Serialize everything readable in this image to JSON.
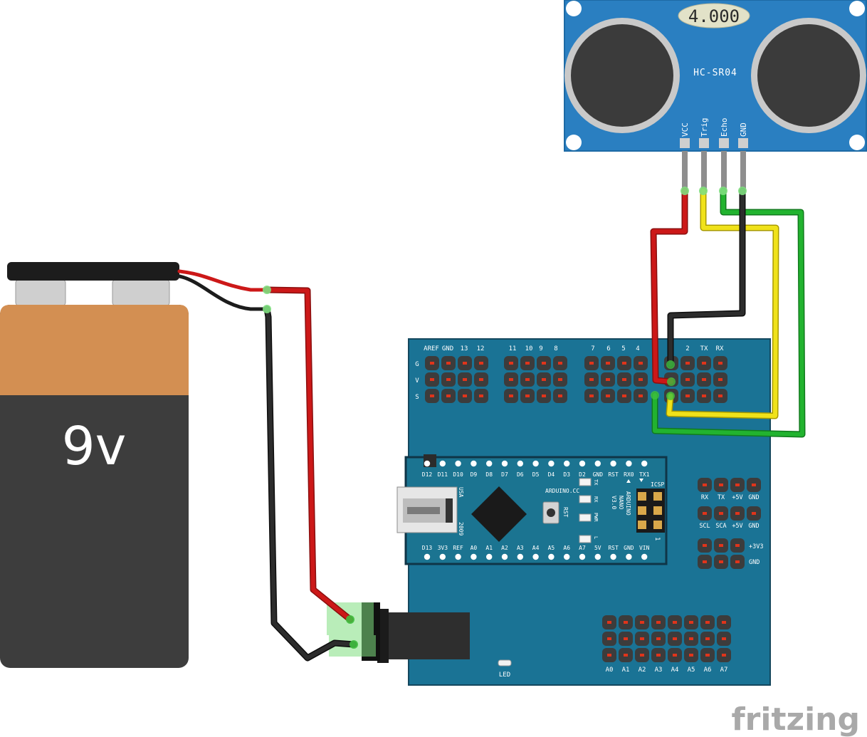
{
  "battery": {
    "label": "9v",
    "colors": {
      "top": "#d38f52",
      "bottom": "#3d3d3d",
      "cap": "#1c1c1c"
    }
  },
  "sensor": {
    "display": "4.000",
    "model": "HC-SR04",
    "pins": [
      "VCC",
      "Trig",
      "Echo",
      "GND"
    ],
    "color": "#2a7fc1"
  },
  "shield": {
    "color": "#1a7395",
    "top_headers": [
      "AREF",
      "GND",
      "13",
      "12",
      "11",
      "10",
      "9",
      "8",
      "7",
      "6",
      "5",
      "4",
      "2",
      "TX",
      "RX"
    ],
    "row_labels": [
      "G",
      "V",
      "S"
    ],
    "side_rows": [
      [
        "RX",
        "TX",
        "+5V",
        "GND"
      ],
      [
        "SCL",
        "SCA",
        "+5V",
        "GND"
      ]
    ],
    "side_extra": [
      "+3V3",
      "GND"
    ],
    "analog_labels": [
      "A0",
      "A1",
      "A2",
      "A3",
      "A4",
      "A5",
      "A6",
      "A7"
    ],
    "led_label": "LED"
  },
  "nano": {
    "top_pins": [
      "D12",
      "D11",
      "D10",
      "D9",
      "D8",
      "D7",
      "D6",
      "D5",
      "D4",
      "D3",
      "D2",
      "GND",
      "RST",
      "RX0",
      "TX1"
    ],
    "bottom_pins": [
      "D13",
      "3V3",
      "REF",
      "A0",
      "A1",
      "A2",
      "A3",
      "A4",
      "A5",
      "A6",
      "A7",
      "5V",
      "RST",
      "GND",
      "VIN"
    ],
    "brand": "ARDUINO.CC",
    "model": [
      "ARDUINO",
      "NANO",
      "V3.0"
    ],
    "usa": "USA",
    "year": "2009",
    "rst": "RST",
    "leds": [
      "TX",
      "RX",
      "PWR",
      "L"
    ],
    "icsp": "ICSP",
    "icsp_pin1": "1"
  },
  "wire_colors": {
    "red": "#cc1818",
    "black": "#262626",
    "yellow": "#f0e21a",
    "green": "#22b32f"
  },
  "watermark": "fritzing"
}
